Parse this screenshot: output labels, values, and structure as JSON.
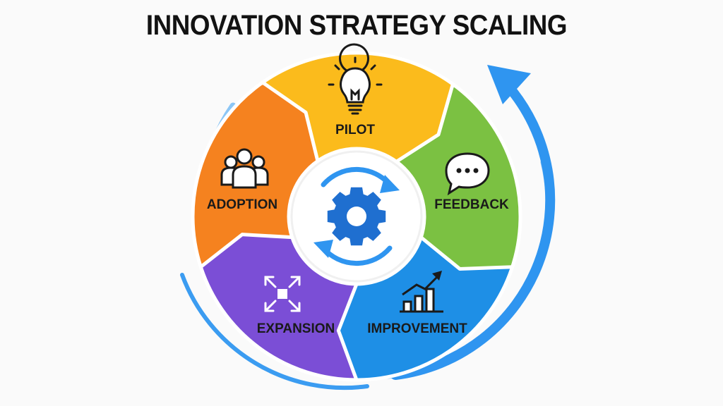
{
  "title": "INNOVATION STRATEGY SCALING",
  "colors": {
    "pilot": "#fbbb1c",
    "feedback": "#7bc142",
    "improvement": "#1e8fe6",
    "expansion": "#7b4ed6",
    "adoption": "#f5821f",
    "ring": "#2f95f0",
    "ring_light": "#8cc6f5",
    "gear": "#1f6fd0"
  },
  "stages": [
    {
      "id": "pilot",
      "label": "PILOT",
      "icon": "lightbulb-icon"
    },
    {
      "id": "feedback",
      "label": "FEEDBACK",
      "icon": "speech-bubble-icon"
    },
    {
      "id": "improvement",
      "label": "IMPROVEMENT",
      "icon": "growth-chart-icon"
    },
    {
      "id": "expansion",
      "label": "EXPANSION",
      "icon": "expand-arrows-icon"
    },
    {
      "id": "adoption",
      "label": "ADOPTION",
      "icon": "people-group-icon"
    }
  ],
  "center_icon": "gear-cycle-icon"
}
